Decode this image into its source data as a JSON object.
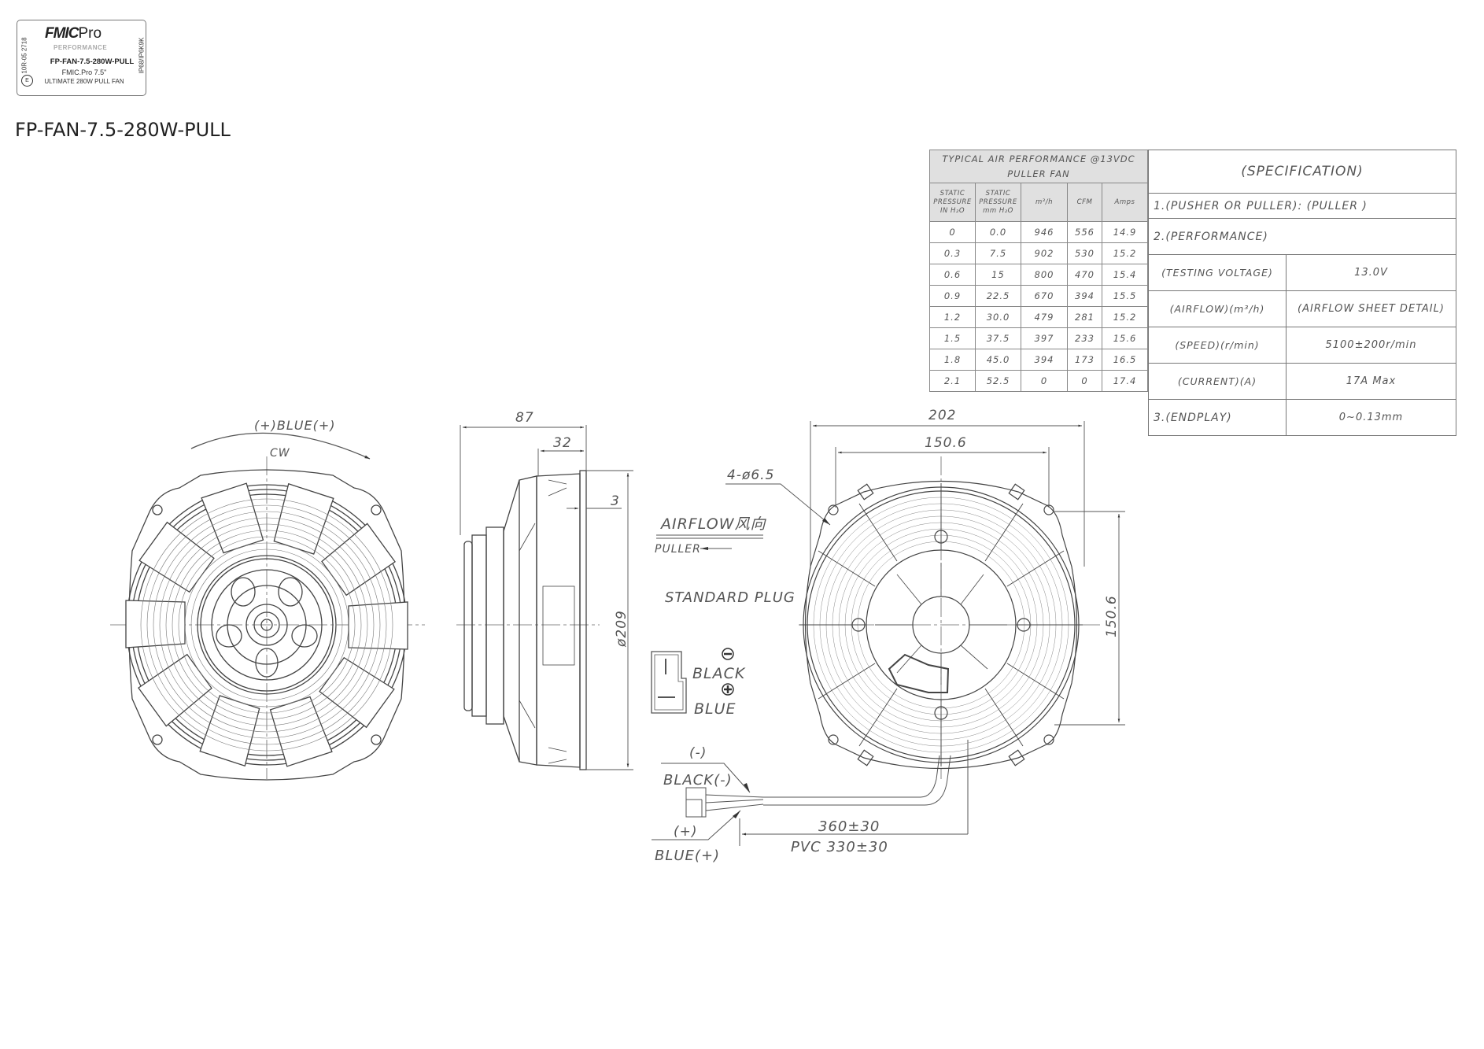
{
  "label": {
    "brand": "FMIC",
    "brand_suffix": "Pro",
    "brand_sub": "PERFORMANCE",
    "part_number": "FP-FAN-7.5-280W-PULL",
    "line2": "FMIC.Pro 7.5\"",
    "line3": "ULTIMATE 280W PULL FAN",
    "approval": "10R-05 2718",
    "ip_rating": "IP68/IP6K9K",
    "emark": "E"
  },
  "title": "FP-FAN-7.5-280W-PULL",
  "performance_table": {
    "title_line1": "TYPICAL AIR PERFORMANCE @13VDC",
    "title_line2": "PULLER FAN",
    "columns": [
      "STATIC PRESSURE IN H₂O",
      "STATIC PRESSURE mm H₂O",
      "m³/h",
      "CFM",
      "Amps"
    ],
    "rows": [
      [
        "0",
        "0.0",
        "946",
        "556",
        "14.9"
      ],
      [
        "0.3",
        "7.5",
        "902",
        "530",
        "15.2"
      ],
      [
        "0.6",
        "15",
        "800",
        "470",
        "15.4"
      ],
      [
        "0.9",
        "22.5",
        "670",
        "394",
        "15.5"
      ],
      [
        "1.2",
        "30.0",
        "479",
        "281",
        "15.2"
      ],
      [
        "1.5",
        "37.5",
        "397",
        "233",
        "15.6"
      ],
      [
        "1.8",
        "45.0",
        "394",
        "173",
        "16.5"
      ],
      [
        "2.1",
        "52.5",
        "0",
        "0",
        "17.4"
      ]
    ]
  },
  "spec_table": {
    "title": "(SPECIFICATION)",
    "row1": "1.(PUSHER OR PULLER): (PULLER )",
    "row2": "2.(PERFORMANCE)",
    "items": [
      {
        "key": "(TESTING VOLTAGE)",
        "value": "13.0V"
      },
      {
        "key": "(AIRFLOW)(m³/h)",
        "value": "(AIRFLOW SHEET DETAIL)"
      },
      {
        "key": "(SPEED)(r/min)",
        "value": "5100±200r/min"
      },
      {
        "key": "(CURRENT)(A)",
        "value": "17A Max"
      }
    ],
    "endplay_key": "3.(ENDPLAY)",
    "endplay_value": "0~0.13mm"
  },
  "front_view": {
    "polarity_label": "(+)BLUE(+)",
    "rotation": "CW"
  },
  "side_view": {
    "dim_depth": "87",
    "dim_32": "32",
    "dim_3": "3",
    "dim_diameter": "ø209"
  },
  "annotations": {
    "airflow": "AIRFLOW风向",
    "puller": "PULLER",
    "standard_plug": "STANDARD PLUG",
    "black": "BLACK",
    "blue": "BLUE",
    "neg_wire_top": "(-)",
    "neg_wire": "BLACK(-)",
    "pos_wire_top": "(+)",
    "pos_wire": "BLUE(+)",
    "cable_length": "360±30",
    "pvc_length": "PVC 330±30"
  },
  "rear_view": {
    "dim_overall": "202",
    "dim_bolt_h": "150.6",
    "dim_bolt_v": "150.6",
    "holes": "4-ø6.5"
  }
}
